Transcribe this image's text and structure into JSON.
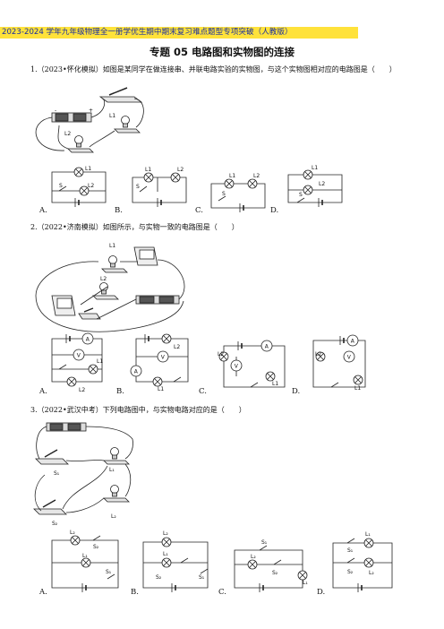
{
  "header": {
    "banner": "2023-2024 学年九年级物理全一册学优生期中期末复习难点题型专项突破（人教版）",
    "title": "专题 05  电路图和实物图的连接"
  },
  "questions": [
    {
      "text": "1.（2023•怀化模拟）如图是某同学在做连接串、并联电路实验的实物图，与这个实物图相对应的电路图是（　　）"
    },
    {
      "text": "2.（2022•济南模拟）如图所示，与实物一致的电路图是（　　）"
    },
    {
      "text": "3.（2022•武汉中考）下列电路图中，与实物电路对应的是（　　）"
    }
  ],
  "options": {
    "a": "A.",
    "b": "B.",
    "c": "C.",
    "d": "D."
  },
  "labels": {
    "L1": "L1",
    "L2": "L2",
    "S": "S",
    "A": "A",
    "V": "V",
    "S1": "S1",
    "S2": "S2",
    "Li": "L₁",
    "Lc": "L₂",
    "Si": "S₁",
    "Sz": "S₂"
  }
}
